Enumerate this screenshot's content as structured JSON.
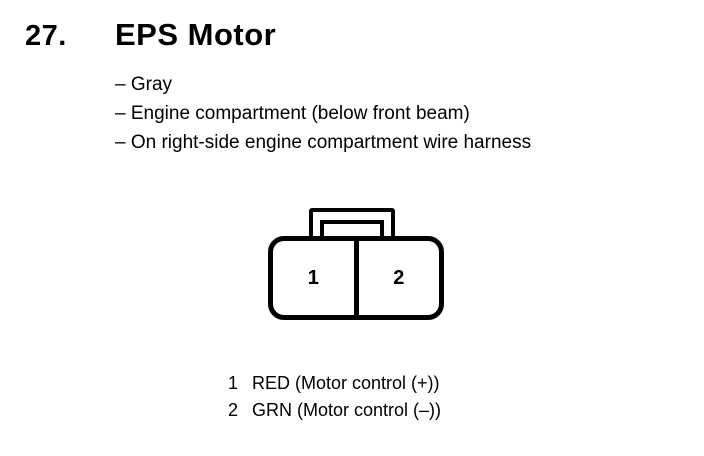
{
  "page": {
    "item_number": "27.",
    "title": "EPS Motor",
    "bullets": [
      "– Gray",
      "– Engine compartment (below front beam)",
      "– On right-side engine compartment wire harness"
    ],
    "connector": {
      "pins": [
        "1",
        "2"
      ]
    },
    "legend": [
      {
        "pin": "1",
        "desc": "RED (Motor control (+))"
      },
      {
        "pin": "2",
        "desc": "GRN (Motor control (–))"
      }
    ],
    "colors": {
      "ink": "#000000",
      "background": "#ffffff"
    }
  }
}
